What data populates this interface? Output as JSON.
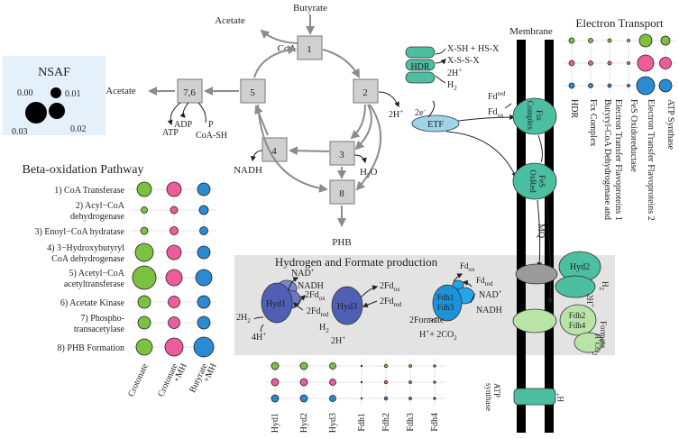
{
  "colors": {
    "crotonate": "#7dc141",
    "crotonate_mh": "#ee5c9c",
    "butyrate_mh": "#2a8ad4",
    "hydrogenase": "#5b6ec0",
    "fdh": "#23a6e8",
    "membrane_protein": "#4cbfa0",
    "light_protein": "#b9e3a7",
    "nsaf_bg": "#e4f1fb",
    "panel_bg": "#e3e3e3"
  },
  "pathway": {
    "butyrate": "Butyrate",
    "coa": "CoA",
    "acetate_top": "Acetate",
    "acetate_left": "Acetate",
    "boxes": [
      "1",
      "2",
      "3",
      "4",
      "5",
      "7,6",
      "8"
    ],
    "nadh": "NADH",
    "h2o": "H",
    "h2o_sub": "2",
    "h2o_tail": "O",
    "phb": "PHB",
    "atp": "ATP",
    "adp": "ADP",
    "p": "P",
    "coa_sh": "CoA-SH"
  },
  "nsaf": {
    "title": "NSAF",
    "labels": [
      "0.00",
      "0.01",
      "0.03",
      "0.02"
    ]
  },
  "beta": {
    "title": "Beta-oxidation Pathway",
    "rows": [
      {
        "lines": [
          "1) CoA Transferase"
        ],
        "sizes": [
          8,
          8,
          7
        ]
      },
      {
        "lines": [
          "2) Acyl−CoA",
          "dehydrogenase"
        ],
        "sizes": [
          3.5,
          4,
          5
        ]
      },
      {
        "lines": [
          "3) Enoyl−CoA hydratase"
        ],
        "sizes": [
          4,
          4.5,
          4.5
        ]
      },
      {
        "lines": [
          "4) 3−Hydroxybutyryl",
          "CoA dehydrogenase"
        ],
        "sizes": [
          10,
          8,
          7
        ]
      },
      {
        "lines": [
          "5) Acetyl−CoA",
          "acetyltransferase"
        ],
        "sizes": [
          13,
          9,
          9
        ]
      },
      {
        "lines": [
          "6) Acetate Kinase"
        ],
        "sizes": [
          7,
          6.5,
          7
        ]
      },
      {
        "lines": [
          "7) Phospho-",
          "transacetylase"
        ],
        "sizes": [
          7,
          6.5,
          7
        ]
      },
      {
        "lines": [
          "8) PHB Formation"
        ],
        "sizes": [
          9,
          10,
          11
        ]
      }
    ],
    "columns": [
      "Crotonate",
      "Crotonate",
      "Butyrate"
    ],
    "column_sub": [
      "",
      "+MH",
      "+MH"
    ]
  },
  "hydrogen": {
    "title": "Hydrogen and Formate production",
    "hyd1": "Hyd1",
    "hyd3": "Hyd3",
    "fdh1": "Fdh1",
    "fdh3": "Fdh3",
    "nad": "NAD",
    "nadh": "NADH",
    "fd": "2Fd",
    "fd_single": "Fd",
    "ox": "ox",
    "red": "red",
    "h2": "2H",
    "h2_sub": "2",
    "h_sub": "2",
    "four_h": "4H",
    "two_h": "2H",
    "formate": "2Formate",
    "co2": "H",
    "co2_tail": "+ 2CO",
    "plus": "+"
  },
  "bottom_grid": {
    "columns": [
      "Hyd1",
      "Hyd2",
      "Hyd3",
      "Fdh1",
      "Fdh2",
      "Fdh3",
      "Fdh4"
    ],
    "sizes": [
      [
        4,
        4,
        3.5,
        0.8,
        1.8,
        1.5,
        1.2
      ],
      [
        4,
        4,
        3.5,
        0.8,
        1.8,
        1.5,
        1.2
      ],
      [
        4,
        4,
        3.5,
        0.8,
        1.8,
        1.5,
        1.2
      ]
    ]
  },
  "membrane": {
    "label": "Membrane",
    "hdr": "HDR",
    "hdr_reactions": [
      "X-SH + HS-X",
      "X-S-S-X",
      "2H",
      "H"
    ],
    "etf": "ETF",
    "fix_complex": [
      "Fix",
      "Complex"
    ],
    "fes": [
      "FeS",
      "OxRed"
    ],
    "mq": "MQ",
    "hyd2": "Hyd2",
    "fdh2": "Fdh2",
    "fdh4": "Fdh4",
    "formate": "Formate",
    "fd": "Fd",
    "red": "red",
    "ox": "ox",
    "electrons": "2H",
    "electrons_e": "2e",
    "atp_synthase": [
      "ATP",
      "synthase"
    ],
    "h_plus": "H"
  },
  "electron_transport": {
    "title": "Electron Transport",
    "columns": [
      "HDR",
      "Fix Complex",
      "Butyryl-CoA Dehydrogenase and",
      "Electron Transfer Flavoproteins 1",
      "FeS Oxidoreductase",
      "Electron Transfer Flavoproteins 2",
      "ATP Synthase"
    ],
    "sizes": [
      [
        3,
        2.5,
        2,
        1.5,
        7,
        5
      ],
      [
        3,
        2.5,
        2,
        1.5,
        9,
        6.5
      ],
      [
        3,
        2.5,
        2,
        1.5,
        10,
        7
      ]
    ]
  }
}
